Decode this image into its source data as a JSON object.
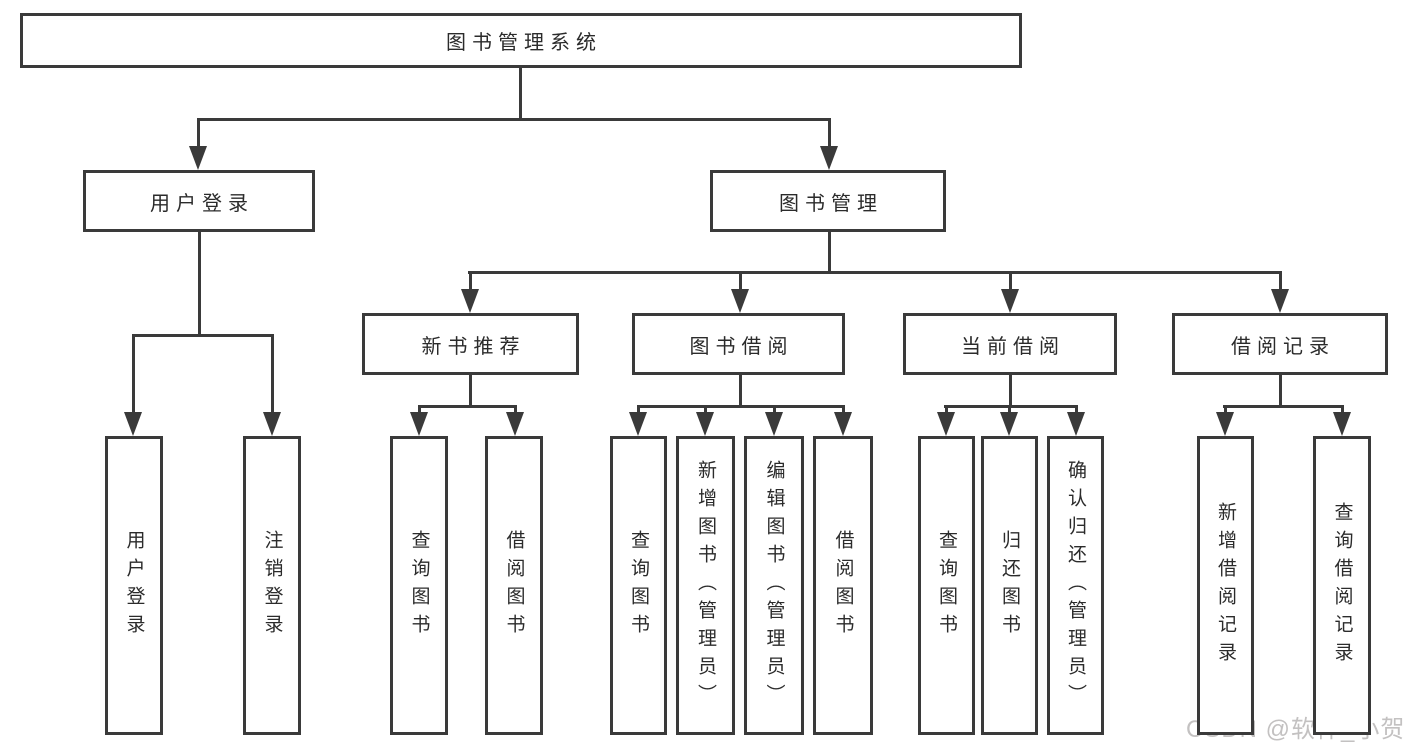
{
  "nodes": {
    "root": "图书管理系统",
    "userLogin": "用户登录",
    "bookMgmt": "图书管理",
    "newBookRec": "新书推荐",
    "bookBorrow": "图书借阅",
    "currentBorrow": "当前借阅",
    "borrowRecords": "借阅记录",
    "userLoginLeaf": "用户登录",
    "logoutLeaf": "注销登录",
    "nbQueryBook": "查询图书",
    "nbBorrowBook": "借阅图书",
    "bbQueryBook": "查询图书",
    "bbAddBook": "新增图书（管理员）",
    "bbEditBook": "编辑图书（管理员）",
    "bbBorrowBook": "借阅图书",
    "cbQueryBook": "查询图书",
    "cbReturnBook": "归还图书",
    "cbConfirmReturn": "确认归还（管理员）",
    "brAddRecord": "新增借阅记录",
    "brQueryRecord": "查询借阅记录"
  },
  "watermark": "CSDN @软件_小贺同学",
  "colors": {
    "line": "#3a3a3a",
    "text": "#2b2b2b",
    "box_bg": "#ffffff",
    "page_bg": "#ffffff",
    "watermark": "#c3c1c1"
  }
}
